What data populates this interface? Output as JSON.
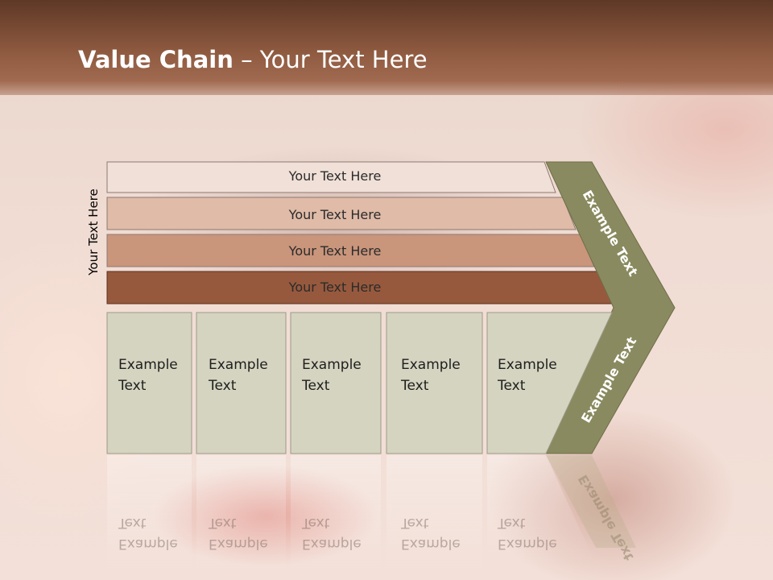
{
  "slide": {
    "title_bold": "Value Chain",
    "title_rest": " – Your Text Here",
    "side_label": "Your Text Here"
  },
  "bars": [
    {
      "label": "Your Text Here",
      "color": "#f0e0d8"
    },
    {
      "label": "Your Text Here",
      "color": "#dfbba8"
    },
    {
      "label": "Your Text Here",
      "color": "#c9957b"
    },
    {
      "label": "Your Text Here",
      "color": "#97593d"
    }
  ],
  "boxes": [
    {
      "line1": "Example",
      "line2": "Text"
    },
    {
      "line1": "Example",
      "line2": "Text"
    },
    {
      "line1": "Example",
      "line2": "Text"
    },
    {
      "line1": "Example",
      "line2": "Text"
    },
    {
      "line1": "Example",
      "line2": "Text"
    }
  ],
  "chevron": {
    "upper_label": "Example Text",
    "lower_label": "Example Text",
    "color": "#8a8a60"
  },
  "colors": {
    "box_fill": "#d5d4c0",
    "box_stroke": "#9a9a88",
    "header": "#8e5a40"
  }
}
